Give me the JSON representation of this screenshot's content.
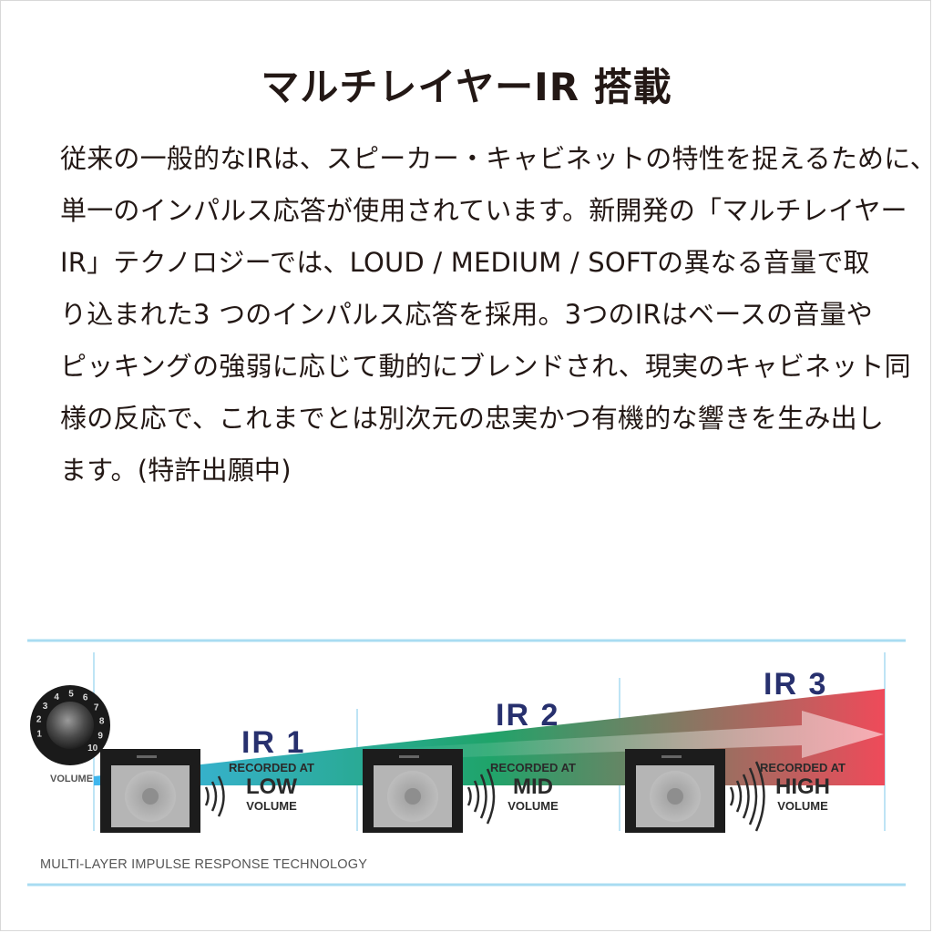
{
  "page": {
    "title": "マルチレイヤーIR 搭載",
    "body_lines": [
      "従来の一般的なIRは、スピーカー・キャビネットの特性を捉えるために、",
      "単一のインパルス応答が使用されています。新開発の「マルチレイヤー",
      "IR」テクノロジーでは、LOUD / MEDIUM / SOFTの異なる音量で取",
      "り込まれた3 つのインパルス応答を採用。3つのIRはベースの音量や",
      "ピッキングの強弱に応じて動的にブレンドされ、現実のキャビネット同",
      "様の反応で、これまでとは別次元の忠実かつ有機的な響きを生み出し",
      "ます。(特許出願中)"
    ]
  },
  "diagram": {
    "caption": "MULTI-LAYER IMPULSE RESPONSE TECHNOLOGY",
    "knob": {
      "label": "VOLUME",
      "numbers": [
        "1",
        "2",
        "3",
        "4",
        "5",
        "6",
        "7",
        "8",
        "9",
        "10"
      ]
    },
    "stages": [
      {
        "ir": "IR 1",
        "recorded": "RECORDED AT",
        "level": "LOW",
        "volume": "VOLUME"
      },
      {
        "ir": "IR 2",
        "recorded": "RECORDED AT",
        "level": "MID",
        "volume": "VOLUME"
      },
      {
        "ir": "IR 3",
        "recorded": "RECORDED AT",
        "level": "HIGH",
        "volume": "VOLUME"
      }
    ],
    "colors": {
      "ir_label": "#27306e",
      "gradient_start": "#3fb6ee",
      "gradient_mid": "#1fa46a",
      "gradient_end": "#ef4a5a",
      "guide_line": "#a8dcf2"
    }
  }
}
